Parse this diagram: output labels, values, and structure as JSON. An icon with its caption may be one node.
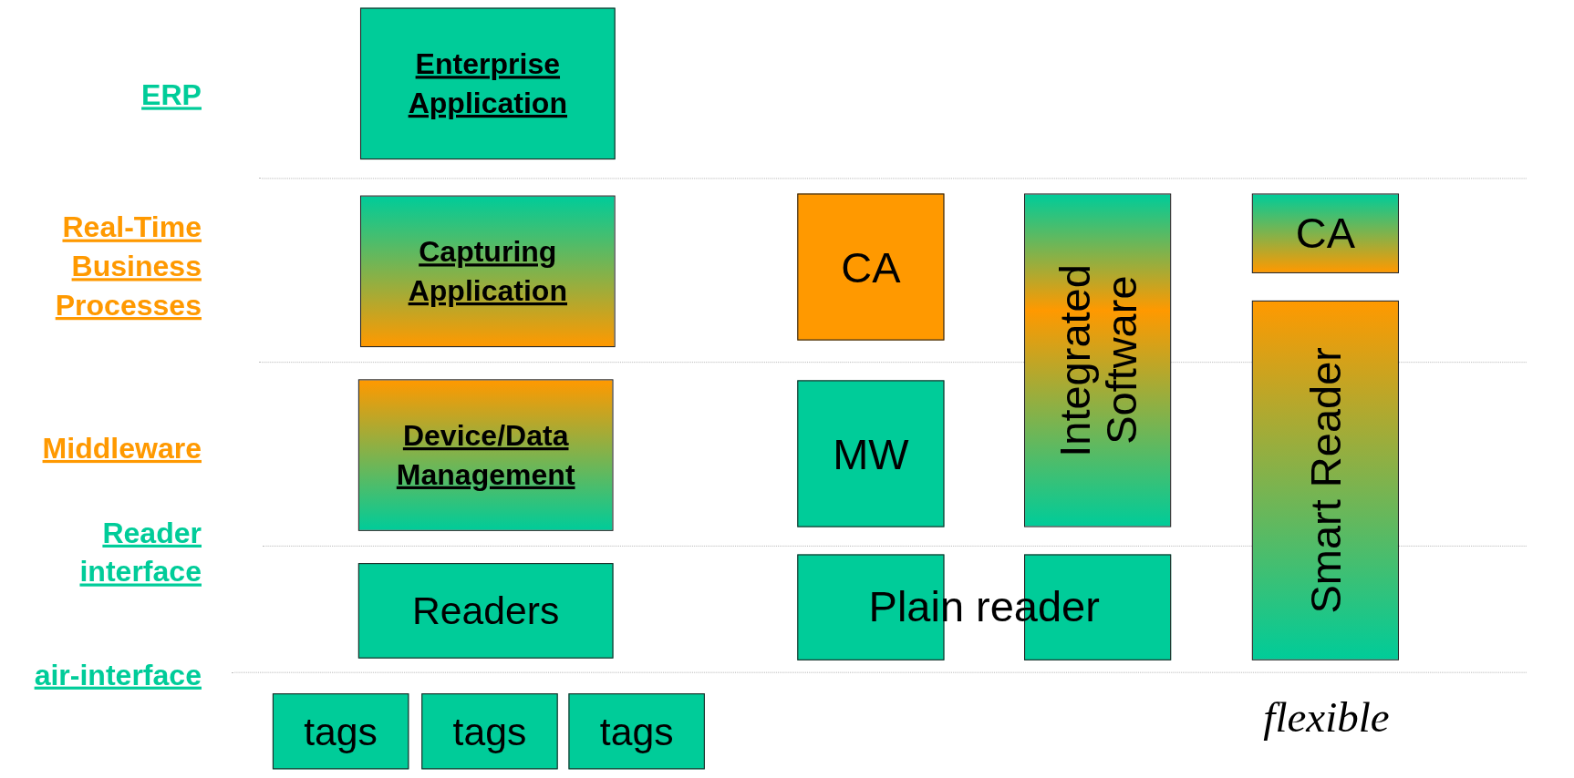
{
  "diagram": {
    "nodes": [
      {
        "text": [
          "Enterprise Application"
        ]
      },
      {
        "text": [
          "Capturing Application"
        ]
      },
      {
        "text": [
          "Device/Data Management"
        ]
      },
      {
        "text": [
          "Readers"
        ]
      },
      {
        "text": [
          "tags"
        ]
      },
      {
        "text": [
          "tags"
        ]
      },
      {
        "text": [
          "tags"
        ]
      },
      {
        "text": [
          "CA"
        ]
      },
      {
        "text": [
          "MW"
        ]
      },
      {
        "text": [
          "Integrated Software"
        ]
      },
      {
        "text": [],
        "shape": "box"
      },
      {
        "text": [],
        "shape": "box"
      },
      {
        "text": [
          "CA"
        ]
      },
      {
        "text": [
          "Smart Reader"
        ]
      }
    ],
    "edges": [],
    "labels": [
      "ERP",
      "Real-Time Business Processes",
      "Middleware",
      "Reader interface",
      "air-interface",
      "Plain reader",
      "flexible"
    ]
  }
}
